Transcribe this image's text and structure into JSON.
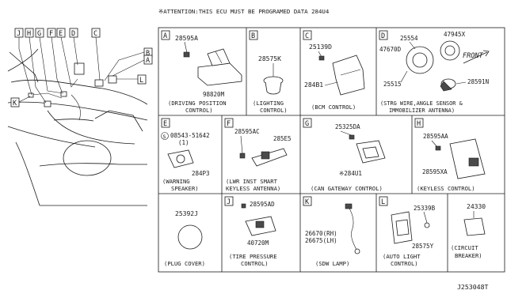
{
  "attention": "※ATTENTION:THIS ECU MUST BE PROGRAMED DATA 284U4",
  "diagram_id": "J253048T",
  "car_callouts": [
    "J",
    "H",
    "G",
    "F",
    "E",
    "D",
    "C",
    "B",
    "A",
    "L",
    "K"
  ],
  "panels": {
    "A": {
      "letter": "A",
      "parts": [
        "28595A",
        "98820M"
      ],
      "caption": [
        "(DRIVING POSITION",
        "CONTROL)"
      ]
    },
    "B": {
      "letter": "B",
      "parts": [
        "28575K"
      ],
      "caption": [
        "(LIGHTING",
        "CONTROL)"
      ]
    },
    "C": {
      "letter": "C",
      "parts": [
        "25139D",
        "284B1"
      ],
      "caption": [
        "(BCM CONTROL)"
      ]
    },
    "D": {
      "letter": "D",
      "parts": [
        "25554",
        "47945X",
        "47670D",
        "25515",
        "28591N"
      ],
      "front": "FRONT",
      "caption": [
        "(STRG WIRE,ANGLE SENSOR &",
        "IMMOBILIZER ANTENNA)"
      ]
    },
    "E": {
      "letter": "E",
      "parts": [
        "08543-51642",
        "(1)",
        "284P3"
      ],
      "screw": "S",
      "caption": [
        "(WARNING",
        "SPEAKER)"
      ]
    },
    "F": {
      "letter": "F",
      "parts": [
        "28595AC",
        "285E5"
      ],
      "caption": [
        "(LWR INST SMART",
        "KEYLESS ANTENNA)"
      ]
    },
    "G": {
      "letter": "G",
      "parts": [
        "25325DA",
        "※284U1"
      ],
      "caption": [
        "(CAN GATEWAY CONTROL)"
      ]
    },
    "H": {
      "letter": "H",
      "parts": [
        "28595AA",
        "28595XA"
      ],
      "caption": [
        "(KEYLESS CONTROL)"
      ]
    },
    "P": {
      "parts": [
        "25392J"
      ],
      "caption": [
        "(PLUG COVER)"
      ]
    },
    "J": {
      "letter": "J",
      "parts": [
        "28595AD",
        "40720M"
      ],
      "caption": [
        "(TIRE PRESSURE",
        "CONTROL)"
      ]
    },
    "K": {
      "letter": "K",
      "parts": [
        "26670(RH)",
        "26675(LH)"
      ],
      "caption": [
        "(SDW LAMP)"
      ]
    },
    "L": {
      "letter": "L",
      "parts": [
        "25339B",
        "28575Y"
      ],
      "caption": [
        "(AUTO LIGHT",
        "CONTROL)"
      ]
    },
    "CB": {
      "parts": [
        "24330"
      ],
      "caption": [
        "(CIRCUIT",
        "BREAKER)"
      ]
    }
  }
}
